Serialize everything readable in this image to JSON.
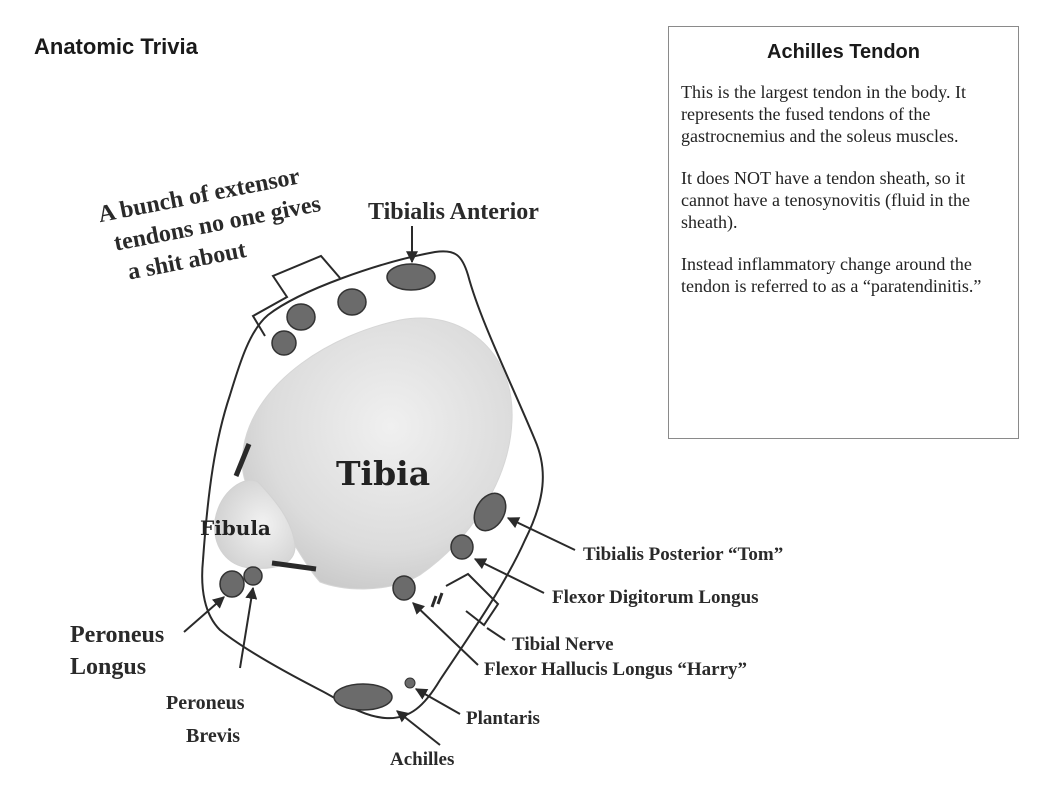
{
  "title": "Anatomic Trivia",
  "info_box": {
    "title": "Achilles Tendon",
    "paragraphs": [
      "This is the largest tendon in the body.  It represents the fused tendons of the gastrocnemius and the soleus muscles.",
      "It does NOT have a tendon sheath, so it cannot have a tenosynovitis (fluid in the sheath).",
      "Instead inflammatory change around the tendon  is referred to as a “paratendinitis.”"
    ]
  },
  "diagram": {
    "extensor_label": [
      "A bunch of extensor",
      "tendons no one gives",
      "a shit about"
    ],
    "tibialis_anterior": "Tibialis Anterior",
    "tibia": "Tibia",
    "fibula": "Fibula",
    "tibialis_posterior": "Tibialis Posterior “Tom”",
    "flexor_digitorum_longus": "Flexor Digitorum Longus",
    "tibial_nerve": "Tibial Nerve",
    "flexor_hallucis_longus": "Flexor Hallucis Longus “Harry”",
    "peroneus_longus": [
      "Peroneus",
      "Longus"
    ],
    "peroneus_brevis": [
      "Peroneus",
      "Brevis"
    ],
    "plantaris": "Plantaris",
    "achilles": "Achilles"
  },
  "colors": {
    "tendon_fill": "#6b6b6b",
    "tibia_fill": "#dcdcdc",
    "outline": "#2a2a2a"
  }
}
